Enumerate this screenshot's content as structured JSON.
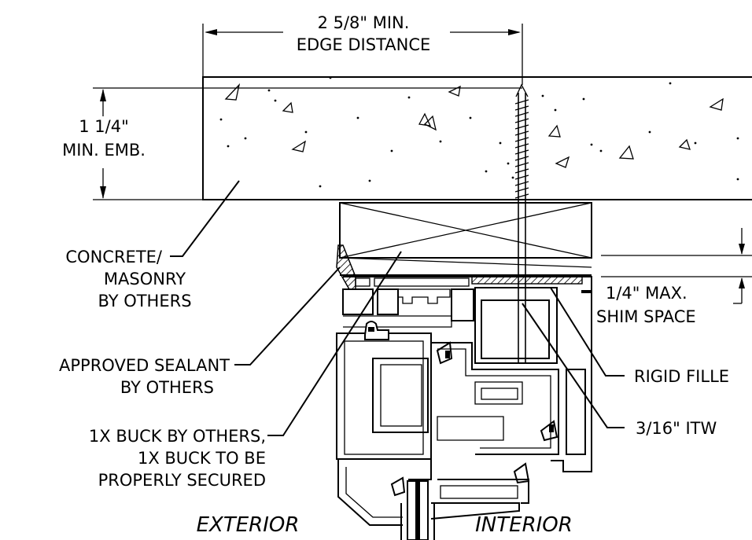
{
  "labels": {
    "edge_distance_line1": "2 5/8\" MIN.",
    "edge_distance_line2": "EDGE DISTANCE",
    "embedment_line1": "1 1/4\"",
    "embedment_line2": "MIN. EMB.",
    "concrete_line1": "CONCRETE/",
    "concrete_line2": "MASONRY",
    "concrete_line3": "BY OTHERS",
    "sealant_line1": "APPROVED SEALANT",
    "sealant_line2": "BY OTHERS",
    "buck_line1": "1X BUCK BY OTHERS,",
    "buck_line2": "1X BUCK TO BE",
    "buck_line3": "PROPERLY SECURED",
    "shim_line1": "1/4\" MAX.",
    "shim_line2": "SHIM SPACE",
    "rigid_filler": "RIGID FILLE",
    "screw": "3/16\" ITW",
    "exterior": "EXTERIOR",
    "interior": "INTERIOR"
  }
}
